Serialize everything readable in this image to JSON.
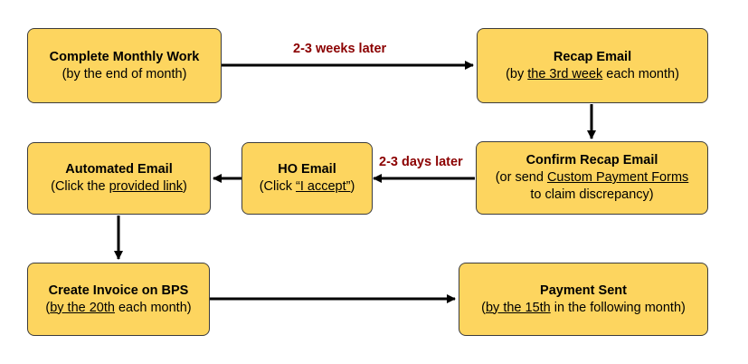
{
  "colors": {
    "box_fill": "#fdd55f",
    "box_border": "#3c3c3c",
    "edge_label": "#8b0000"
  },
  "nodes": {
    "complete_work": {
      "title": "Complete Monthly Work",
      "line": "(by the end of month)"
    },
    "recap_email": {
      "title": "Recap Email",
      "pre": "(by ",
      "u": "the 3rd week",
      "post": " each month)"
    },
    "confirm_recap": {
      "title": "Confirm Recap Email",
      "pre": "(or send ",
      "u": "Custom Payment Forms",
      "line2": "to claim discrepancy)"
    },
    "ho_email": {
      "title": "HO Email",
      "pre": "(Click ",
      "u": "“I accept”",
      "post": ")"
    },
    "automated_email": {
      "title": "Automated Email",
      "pre": "(Click the ",
      "u": "provided link",
      "post": ")"
    },
    "create_invoice": {
      "title": "Create Invoice on BPS",
      "pre": "(",
      "u": "by the 20th",
      "post": " each month)"
    },
    "payment_sent": {
      "title": "Payment Sent",
      "pre": "(",
      "u": "by the 15th",
      "post": " in the following month)"
    }
  },
  "edge_labels": {
    "weeks": "2-3 weeks later",
    "days": "2-3 days later"
  }
}
